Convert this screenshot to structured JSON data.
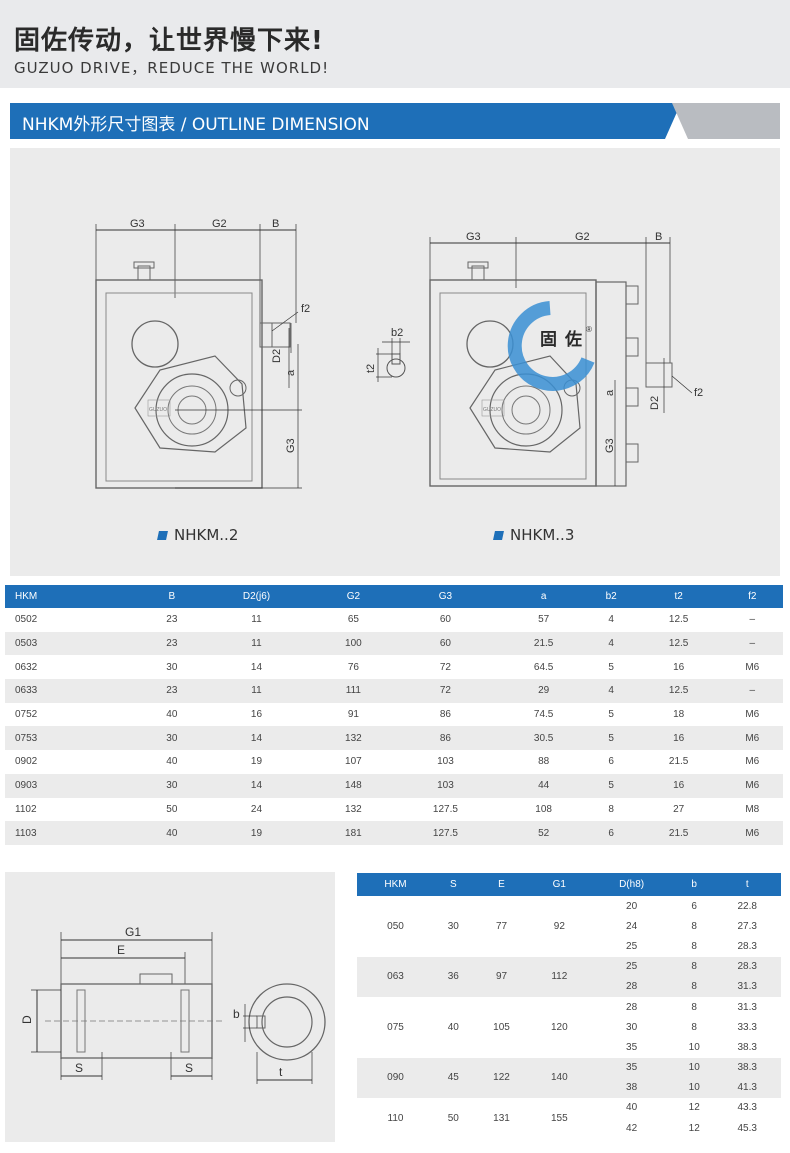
{
  "header": {
    "slogan_cn": "固佐传动，让世界慢下来!",
    "slogan_en": "GUZUO DRIVE，REDUCE THE WORLD!"
  },
  "section": {
    "title": "NHKM外形尺寸图表 / OUTLINE DIMENSION"
  },
  "drawing": {
    "left_caption": "NHKM..2",
    "right_caption": "NHKM..3",
    "labels": {
      "G3": "G3",
      "G2": "G2",
      "B": "B",
      "f2": "f2",
      "D2": "D2",
      "a": "a",
      "b2": "b2",
      "t2": "t2"
    },
    "watermark_chars": [
      "固",
      "佐"
    ],
    "watermark_reg": "®",
    "box_text": "GUZUO"
  },
  "table1": {
    "headers": [
      "HKM",
      "B",
      "D2(j6)",
      "G2",
      "G3",
      "a",
      "b2",
      "t2",
      "f2"
    ],
    "rows": [
      [
        "0502",
        "23",
        "11",
        "65",
        "60",
        "57",
        "4",
        "12.5",
        "–"
      ],
      [
        "0503",
        "23",
        "11",
        "100",
        "60",
        "21.5",
        "4",
        "12.5",
        "–"
      ],
      [
        "0632",
        "30",
        "14",
        "76",
        "72",
        "64.5",
        "5",
        "16",
        "M6"
      ],
      [
        "0633",
        "23",
        "11",
        "111",
        "72",
        "29",
        "4",
        "12.5",
        "–"
      ],
      [
        "0752",
        "40",
        "16",
        "91",
        "86",
        "74.5",
        "5",
        "18",
        "M6"
      ],
      [
        "0753",
        "30",
        "14",
        "132",
        "86",
        "30.5",
        "5",
        "16",
        "M6"
      ],
      [
        "0902",
        "40",
        "19",
        "107",
        "103",
        "88",
        "6",
        "21.5",
        "M6"
      ],
      [
        "0903",
        "30",
        "14",
        "148",
        "103",
        "44",
        "5",
        "16",
        "M6"
      ],
      [
        "1102",
        "50",
        "24",
        "132",
        "127.5",
        "108",
        "8",
        "27",
        "M8"
      ],
      [
        "1103",
        "40",
        "19",
        "181",
        "127.5",
        "52",
        "6",
        "21.5",
        "M6"
      ]
    ]
  },
  "shaft": {
    "labels": {
      "G1": "G1",
      "E": "E",
      "D": "D",
      "S": "S",
      "b": "b",
      "t": "t"
    }
  },
  "table2": {
    "headers": [
      "HKM",
      "S",
      "E",
      "G1",
      "D(h8)",
      "b",
      "t"
    ],
    "groups": [
      {
        "hkm": "050",
        "S": "30",
        "E": "77",
        "G1": "92",
        "rows": [
          [
            "20",
            "6",
            "22.8"
          ],
          [
            "24",
            "8",
            "27.3"
          ],
          [
            "25",
            "8",
            "28.3"
          ]
        ]
      },
      {
        "hkm": "063",
        "S": "36",
        "E": "97",
        "G1": "112",
        "rows": [
          [
            "25",
            "8",
            "28.3"
          ],
          [
            "28",
            "8",
            "31.3"
          ]
        ]
      },
      {
        "hkm": "075",
        "S": "40",
        "E": "105",
        "G1": "120",
        "rows": [
          [
            "28",
            "8",
            "31.3"
          ],
          [
            "30",
            "8",
            "33.3"
          ],
          [
            "35",
            "10",
            "38.3"
          ]
        ]
      },
      {
        "hkm": "090",
        "S": "45",
        "E": "122",
        "G1": "140",
        "rows": [
          [
            "35",
            "10",
            "38.3"
          ],
          [
            "38",
            "10",
            "41.3"
          ]
        ]
      },
      {
        "hkm": "110",
        "S": "50",
        "E": "131",
        "G1": "155",
        "rows": [
          [
            "40",
            "12",
            "43.3"
          ],
          [
            "42",
            "12",
            "45.3"
          ]
        ]
      }
    ]
  },
  "colors": {
    "brand_blue": "#1e6fb8",
    "band_grey": "#e9eaec",
    "row_grey": "#ebebeb"
  }
}
